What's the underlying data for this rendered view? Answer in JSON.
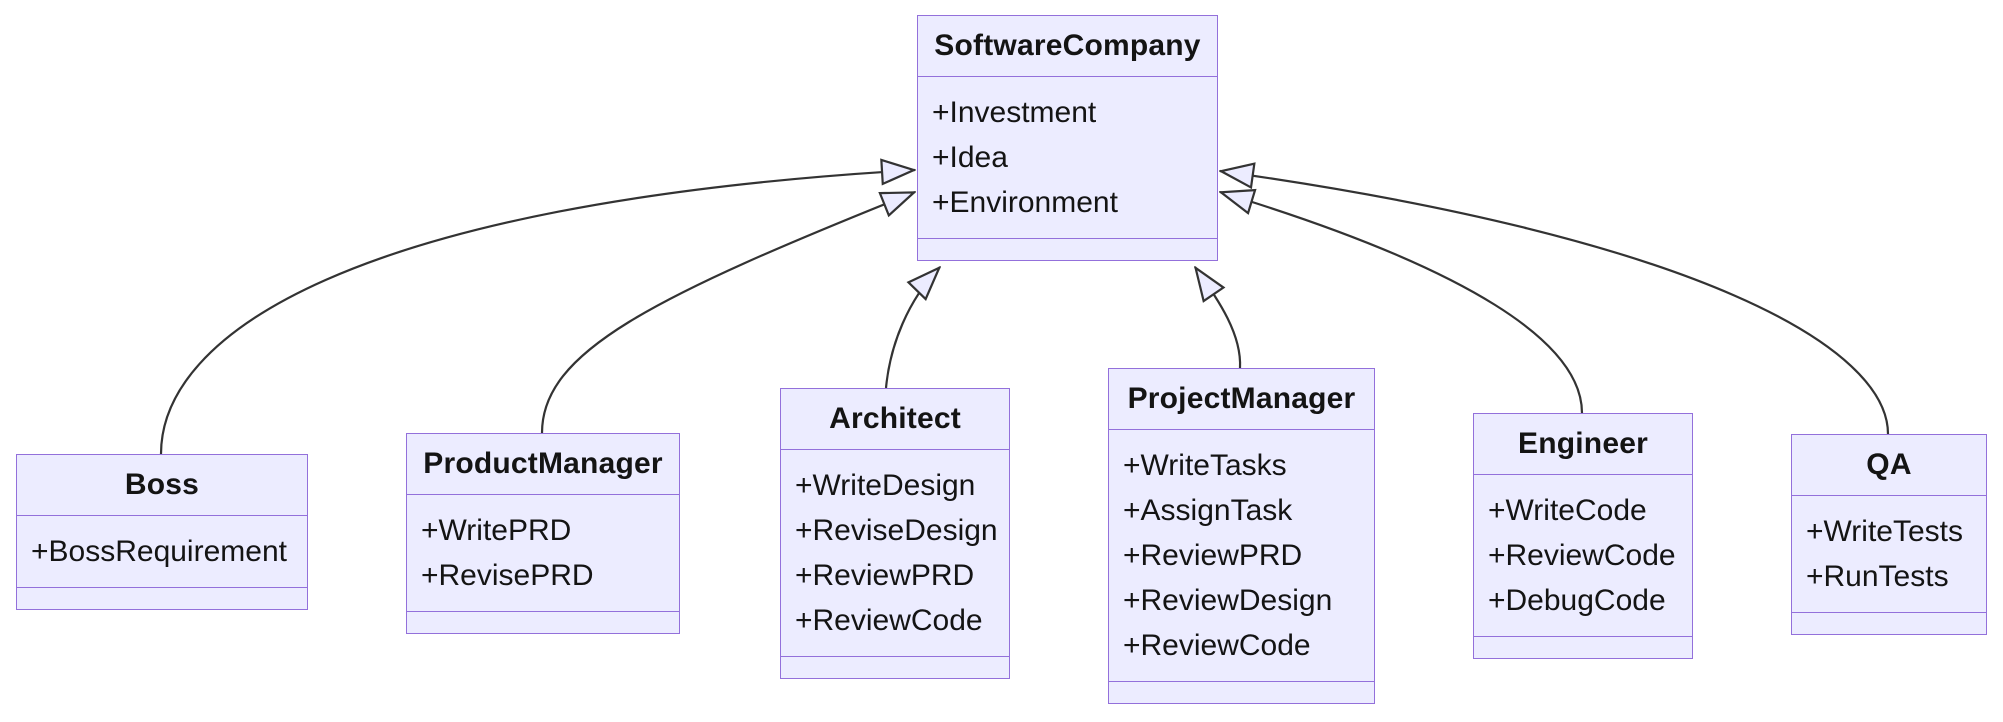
{
  "diagram": {
    "kind": "uml-class-diagram",
    "background_color": "#ffffff",
    "node_fill_color": "#ECECFF",
    "node_border_color": "#9370DB",
    "edge_color": "#333333",
    "text_color": "#141414",
    "relationship_type": "inheritance"
  },
  "classes": [
    {
      "name": "SoftwareCompany",
      "members": [
        "+Investment",
        "+Idea",
        "+Environment"
      ],
      "methods": []
    },
    {
      "name": "Boss",
      "members": [
        "+BossRequirement"
      ],
      "methods": []
    },
    {
      "name": "ProductManager",
      "members": [
        "+WritePRD",
        "+RevisePRD"
      ],
      "methods": []
    },
    {
      "name": "Architect",
      "members": [
        "+WriteDesign",
        "+ReviseDesign",
        "+ReviewPRD",
        "+ReviewCode"
      ],
      "methods": []
    },
    {
      "name": "ProjectManager",
      "members": [
        "+WriteTasks",
        "+AssignTask",
        "+ReviewPRD",
        "+ReviewDesign",
        "+ReviewCode"
      ],
      "methods": []
    },
    {
      "name": "Engineer",
      "members": [
        "+WriteCode",
        "+ReviewCode",
        "+DebugCode"
      ],
      "methods": []
    },
    {
      "name": "QA",
      "members": [
        "+WriteTests",
        "+RunTests"
      ],
      "methods": []
    }
  ],
  "edges": [
    {
      "from": "Boss",
      "to": "SoftwareCompany",
      "type": "inheritance"
    },
    {
      "from": "ProductManager",
      "to": "SoftwareCompany",
      "type": "inheritance"
    },
    {
      "from": "Architect",
      "to": "SoftwareCompany",
      "type": "inheritance"
    },
    {
      "from": "ProjectManager",
      "to": "SoftwareCompany",
      "type": "inheritance"
    },
    {
      "from": "Engineer",
      "to": "SoftwareCompany",
      "type": "inheritance"
    },
    {
      "from": "QA",
      "to": "SoftwareCompany",
      "type": "inheritance"
    }
  ]
}
